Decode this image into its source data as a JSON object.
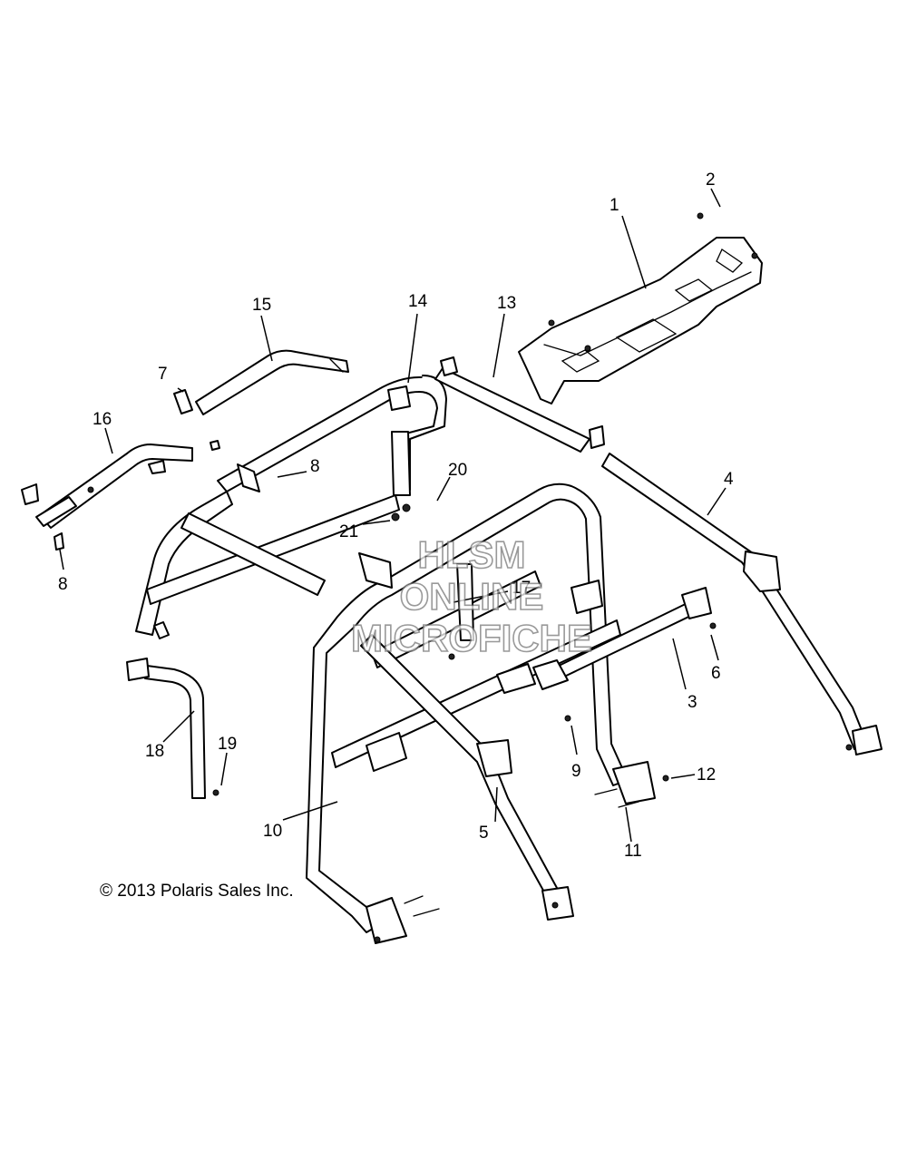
{
  "callouts": [
    "1",
    "2",
    "3",
    "4",
    "5",
    "6",
    "7",
    "8",
    "8",
    "9",
    "10",
    "11",
    "12",
    "13",
    "14",
    "15",
    "16",
    "17",
    "18",
    "19",
    "20",
    "21"
  ],
  "copyright": "© 2013 Polaris Sales Inc.",
  "watermark": {
    "line1": "HLSM",
    "line2": "ONLINE",
    "line3": "MICROFICHE"
  }
}
